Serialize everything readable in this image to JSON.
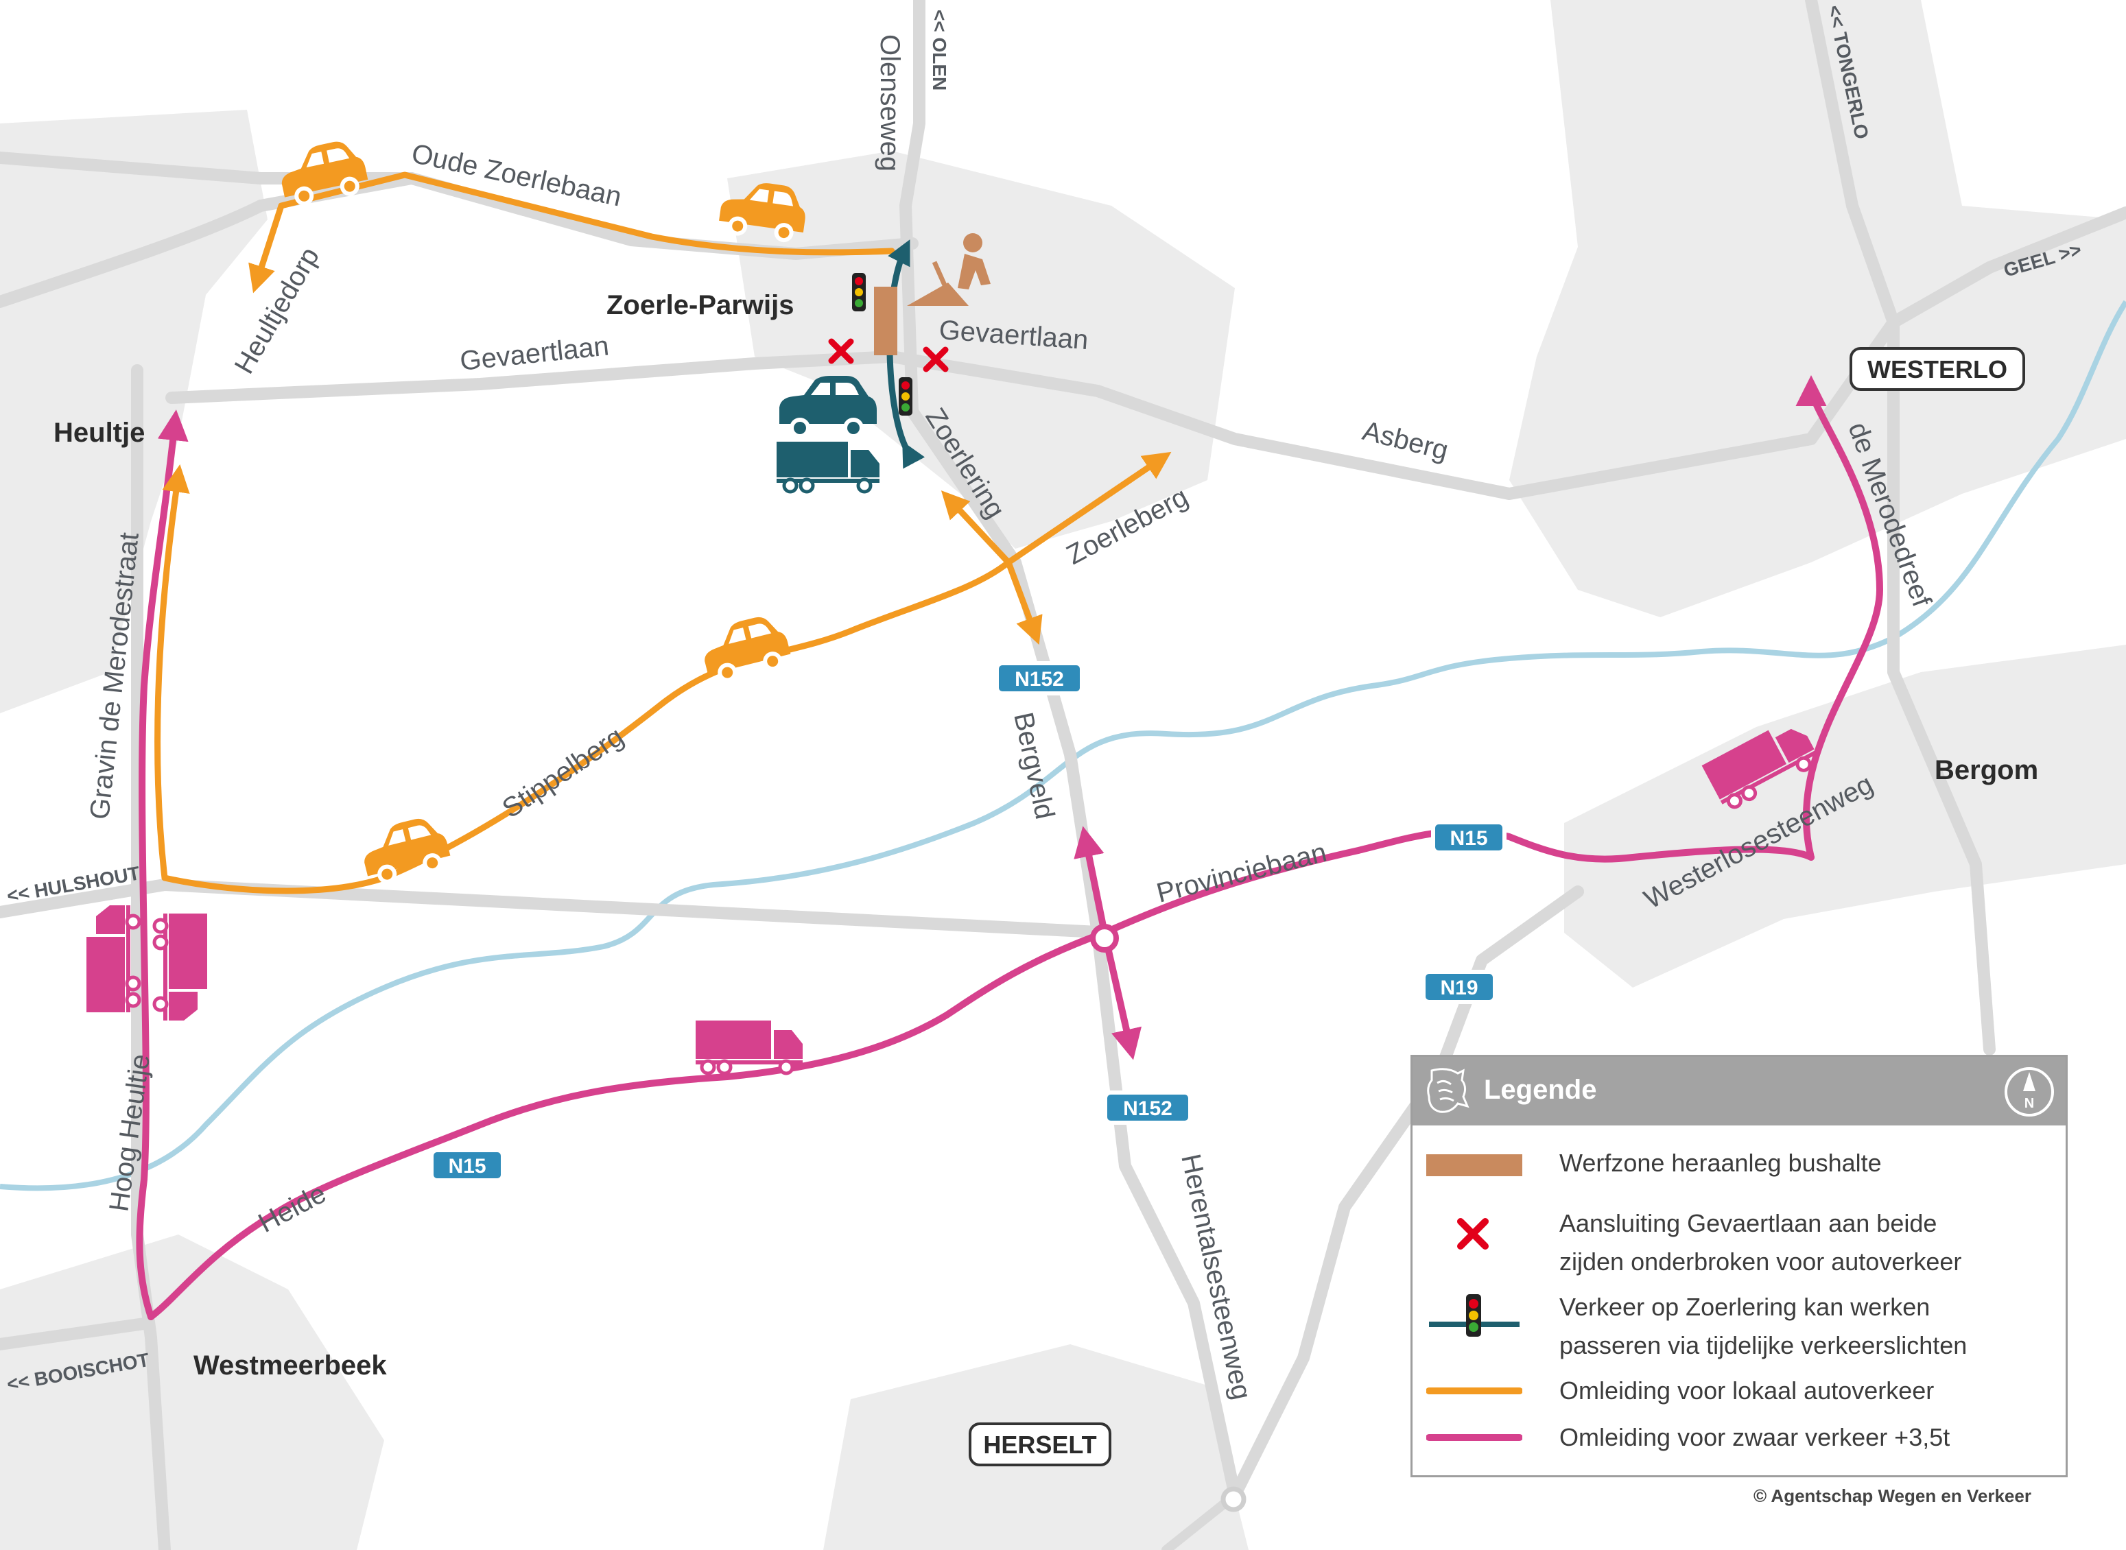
{
  "map": {
    "places": {
      "zoerle_parwijs": "Zoerle-Parwijs",
      "heultje": "Heultje",
      "westmeerbeek": "Westmeerbeek",
      "bergom": "Bergom",
      "westerlo": "WESTERLO",
      "herselt": "HERSELT"
    },
    "streets": {
      "oude_zoerlebaan": "Oude Zoerlebaan",
      "olenseweg": "Olenseweg",
      "heultjedorp": "Heultjedorp",
      "gevaertlaan_west": "Gevaertlaan",
      "gevaertlaan_east": "Gevaertlaan",
      "asberg": "Asberg",
      "zoerlering": "Zoerlering",
      "zoerleberg": "Zoerleberg",
      "gravin_de_merodestraat": "Gravin de Merodestraat",
      "stippelberg": "Stippelberg",
      "bergveld": "Bergveld",
      "provinciebaan": "Provinciebaan",
      "westerlosesteenweg": "Westerlosesteenweg",
      "de_merodedreef": "de Merodedreef",
      "hoog_heultje": "Hoog Heultje",
      "heide": "Heide",
      "herentalsesteenweg": "Herentalsesteenweg"
    },
    "directions": {
      "olen": "<< OLEN",
      "tongerlo": "<< TONGERLO",
      "geel": "GEEL >>",
      "hulshout": "<< HULSHOUT",
      "booischot": "<< BOOISCHOT"
    },
    "route_badges": {
      "n152_north": "N152",
      "n152_south": "N152",
      "n15_east": "N15",
      "n15_west": "N15",
      "n19": "N19"
    },
    "colors": {
      "local_detour": "#f39a21",
      "heavy_detour": "#d6418d",
      "worksite": "#c98a5e",
      "closure": "#e2001a",
      "traffic_light_route": "#1e5f6e",
      "road": "#d9d9d9",
      "river": "#a9d3e3",
      "built_area": "#ececec"
    }
  },
  "legend": {
    "title": "Legende",
    "north": "N",
    "items": [
      {
        "icon": "worksite-swatch",
        "lines": [
          "Werfzone heraanleg bushalte"
        ]
      },
      {
        "icon": "red-cross-icon",
        "lines": [
          "Aansluiting Gevaertlaan aan beide",
          "zijden onderbroken voor autoverkeer"
        ]
      },
      {
        "icon": "traffic-light-icon",
        "lines": [
          "Verkeer op Zoerlering kan werken",
          "passeren via tijdelijke verkeerslichten"
        ]
      },
      {
        "icon": "orange-line",
        "lines": [
          "Omleiding voor lokaal autoverkeer"
        ]
      },
      {
        "icon": "magenta-line",
        "lines": [
          "Omleiding voor zwaar verkeer +3,5t"
        ]
      }
    ]
  },
  "copyright": "© Agentschap Wegen en Verkeer"
}
